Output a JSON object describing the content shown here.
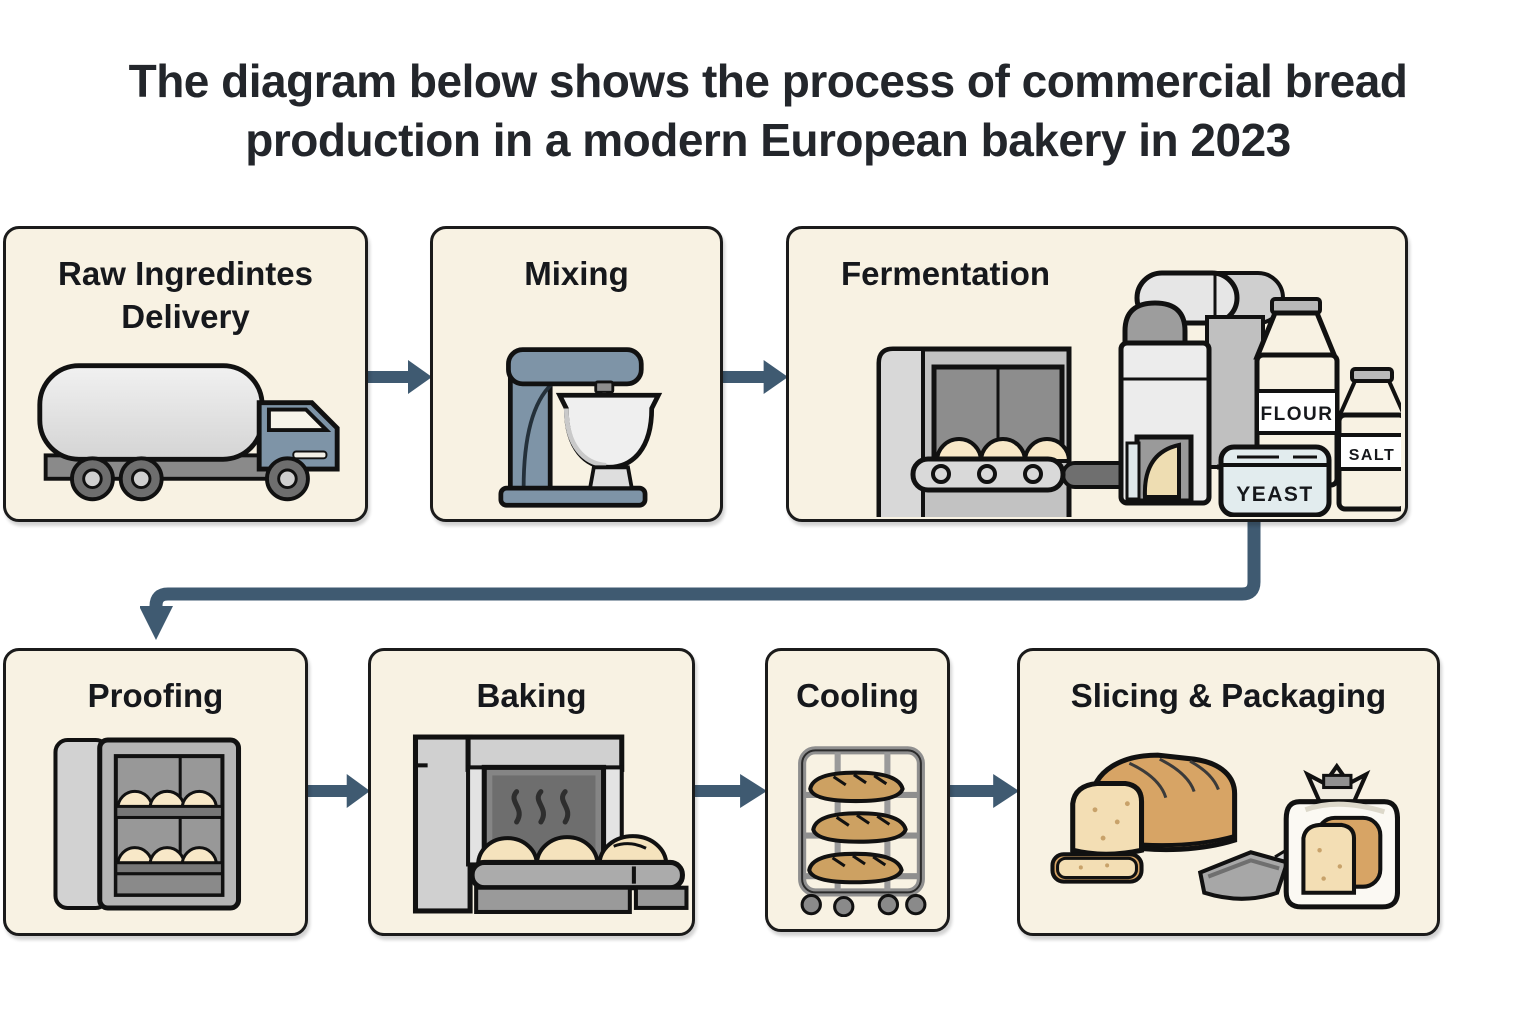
{
  "title": {
    "line1": "The diagram below shows the process of commercial bread",
    "line2": "production in a modern European bakery in 2023"
  },
  "steps": [
    {
      "id": "raw-ingredients-delivery",
      "label": "Raw Ingredintes Delivery",
      "icon": "tanker-truck-icon"
    },
    {
      "id": "mixing",
      "label": "Mixing",
      "icon": "stand-mixer-icon"
    },
    {
      "id": "fermentation",
      "label": "Fermentation",
      "icon": "fermentation-line-icon"
    },
    {
      "id": "proofing",
      "label": "Proofing",
      "icon": "proofing-cabinet-icon"
    },
    {
      "id": "baking",
      "label": "Baking",
      "icon": "tunnel-oven-icon"
    },
    {
      "id": "cooling",
      "label": "Cooling",
      "icon": "cooling-rack-icon"
    },
    {
      "id": "slicing-packaging",
      "label": "Slicing & Packaging",
      "icon": "sliced-bread-and-bag-icon"
    }
  ],
  "fermentation_ingredients": {
    "flour": "FLOUR",
    "salt": "SALT",
    "yeast": "YEAST"
  },
  "colors": {
    "background": "#ffffff",
    "box_fill": "#f8f2e3",
    "box_border": "#1b1b1b",
    "arrow": "#3f5a71",
    "title_color": "#23262b",
    "steel_blue": "#7e94a7",
    "dough": "#f8e8c8",
    "crust": "#d7a465",
    "crumb": "#f3deb4"
  }
}
